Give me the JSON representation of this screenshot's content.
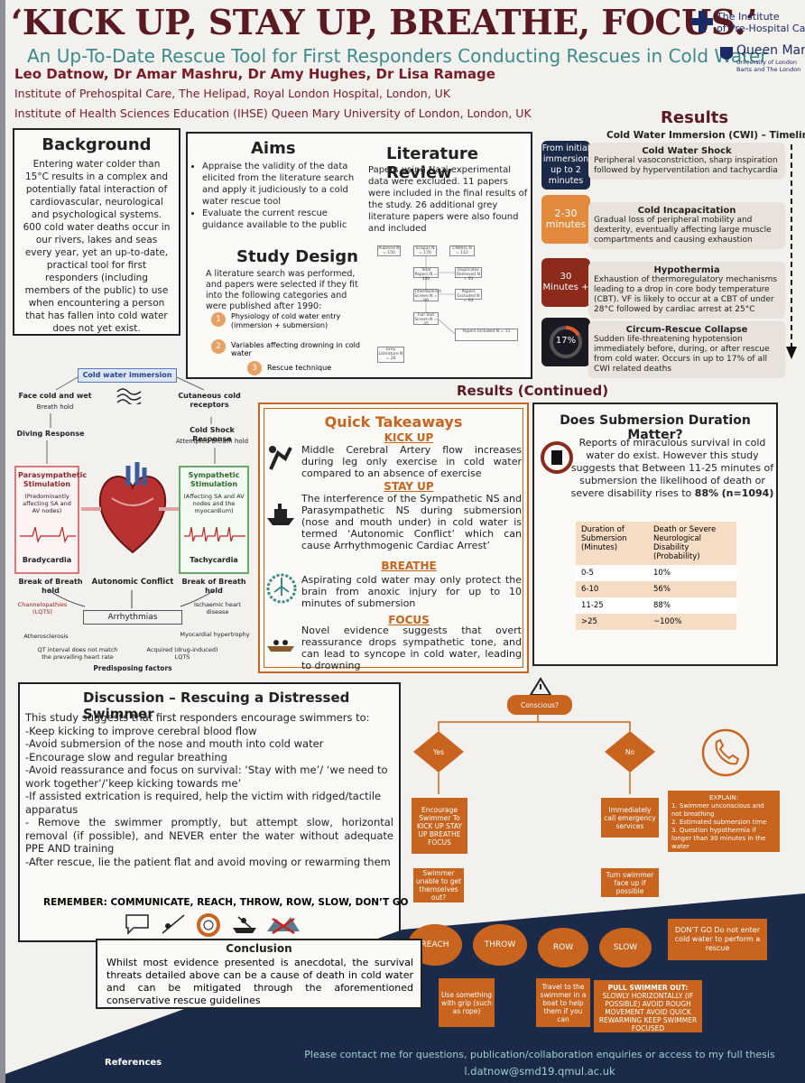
{
  "header": {
    "title": "‘KICK UP, STAY UP, BREATHE, FOCUS.’",
    "subtitle": "An Up-To-Date Rescue Tool for First Responders Conducting Rescues in Cold Water",
    "authors": "Leo Datnow, Dr Amar Mashru, Dr Amy Hughes, Dr Lisa Ramage",
    "institution1": "Institute of Prehospital Care, The Helipad, Royal London Hospital, London, UK",
    "institution2": "Institute of Health Sciences Education (IHSE) Queen Mary University of London, London, UK",
    "logo1_line1": "The Institute",
    "logo1_line2": "of Pre-Hospital Care",
    "logo2_line1": "Queen Mary",
    "logo2_line2": "University of London",
    "logo2_line3": "Barts and The London"
  },
  "background": {
    "heading": "Background",
    "text": "Entering water colder than 15°C results in a complex and potentially fatal interaction of cardiovascular, neurological and psychological systems. 600 cold water deaths occur in our rivers, lakes and seas every year, yet an up-to-date, practical tool for first responders (including members of the public) to use when encountering a person that has fallen into cold water does not yet exist."
  },
  "aims": {
    "heading": "Aims",
    "item1": "Appraise the validity of the data elicited from the literature search and apply it judiciously to a cold water rescue tool",
    "item2": "Evaluate the current rescue guidance available to the public"
  },
  "lit_review": {
    "heading": "Literature Review",
    "text": "Papers using Nazi experimental data were excluded. 11 papers were included in the final results of the study. 26 additional grey literature papers were also found and included"
  },
  "study_design": {
    "heading": "Study Design",
    "text": "A literature search was performed, and papers were selected if they fit into the following categories and were published after 1990:",
    "cat1_num": "1",
    "cat1": "Physiology of cold water entry (immersion + submersion)",
    "cat2_num": "2",
    "cat2": "Variables affecting drowning in cold water",
    "cat3_num": "3",
    "cat3": "Rescue technique"
  },
  "results": {
    "heading": "Results",
    "timeline_title": "Cold Water Immersion (CWI) – Timeline",
    "t1_badge": "From initial immersion up to 2 minutes",
    "t1_head": "Cold Water Shock",
    "t1_text": "Peripheral vasoconstriction, sharp inspiration followed by hyperventilation and tachycardia",
    "t2_badge": "2-30 minutes",
    "t2_head": "Cold Incapacitation",
    "t2_text": "Gradual loss of peripheral mobility and dexterity, eventually affecting large muscle compartments and causing exhaustion",
    "t3_badge": "30 Minutes +",
    "t3_head": "Hypothermia",
    "t3_text": "Exhaustion of thermoregulatory mechanisms leading to a drop in core body temperature (CBT). VF is likely to occur at a CBT of under 28°C followed by cardiac arrest at 25°C",
    "t4_badge": "17%",
    "t4_head": "Circum-Rescue Collapse",
    "t4_text": "Sudden life-threatening hypotension immediately before, during, or after rescue from cold water. Occurs in up to 17% of all CWI related deaths"
  },
  "results_continued": {
    "heading": "Results (Continued)"
  },
  "diagram": {
    "top": "Cold water immersion",
    "face": "Face cold and wet",
    "face_sub": "Breath hold",
    "cut": "Cutaneous cold receptors",
    "diving": "Diving Response",
    "shock": "Cold Shock Response",
    "shock_sub": "Attempted Breath hold",
    "para": "Parasympathetic Stimulation",
    "para_sub": "(Predominantly affecting SA and AV nodes)",
    "symp": "Sympathetic Stimulation",
    "symp_sub": "(Affecting SA and AV nodes and the myocardium)",
    "brady": "Bradycardia",
    "tachy": "Tachycardia",
    "break1": "Break of Breath hold",
    "break2": "Break of Breath hold",
    "conflict": "Autonomic Conflict",
    "arrhythmias": "Arrhythmias",
    "f1": "Channelopathies (LQTS)",
    "f2": "Ischaemic heart disease",
    "f3": "Atherosclerosis",
    "f4": "Myocardial hypertrophy",
    "f5": "QT interval does not match the prevailing heart rate",
    "f6": "Acquired (drug-induced) LQTS",
    "predisposing": "Predisposing factors"
  },
  "takeaways": {
    "heading": "Quick Takeaways",
    "k1": "KICK UP",
    "k1_text": "Middle Cerebral Artery flow increases during leg only exercise in cold water compared to an absence of exercise",
    "k2": "STAY UP",
    "k2_text": "The interference of the Sympathetic NS and Parasympathetic NS during submersion (nose and mouth under) in cold water is termed ‘Autonomic Conflict’ which can cause Arrhythmogenic Cardiac Arrest’",
    "k3": "BREATHE",
    "k3_text": "Aspirating cold water may only protect the brain from anoxic injury for up to 10 minutes of submersion",
    "k4": "FOCUS",
    "k4_text": "Novel evidence suggests that overt reassurance drops sympathetic tone, and can lead to syncope in cold water, leading to drowning"
  },
  "submersion": {
    "heading": "Does Submersion Duration Matter?",
    "text": "Reports of miraculous survival in cold water do exist. However this study suggests that Between 11-25 minutes of submersion the likelihood of death or severe disability rises to",
    "highlight": "88%",
    "n": "(n=1094)",
    "col1": "Duration of Submersion (Minutes)",
    "col2": "Death or Severe Neurological Disability (Probability)",
    "rows": [
      {
        "dur": "0-5",
        "prob": "10%"
      },
      {
        "dur": "6-10",
        "prob": "56%"
      },
      {
        "dur": "11-25",
        "prob": "88%"
      },
      {
        "dur": ">25",
        "prob": "~100%"
      }
    ]
  },
  "discussion": {
    "heading": "Discussion – Rescuing a Distressed Swimmer",
    "intro": "This study suggests that first responders encourage swimmers to:",
    "l1": "-Keep kicking to improve cerebral blood flow",
    "l2": "-Avoid submersion of the nose and mouth into cold water",
    "l3": "-Encourage slow and regular breathing",
    "l4": "-Avoid reassurance and focus on survival: ‘Stay with me’/ ‘we need to work together’/’keep kicking towards me’",
    "l5": "-If assisted extrication is required, help the victim with ridged/tactile apparatus",
    "l6": "- Remove the swimmer promptly, but attempt slow, horizontal removal (if possible), and NEVER enter the water without adequate PPE AND training",
    "l7": "-After rescue, lie the patient flat and avoid moving or rewarming them",
    "remember": "REMEMBER: COMMUNICATE, REACH, THROW, ROW, SLOW, DON’T GO"
  },
  "conclusion": {
    "heading": "Conclusion",
    "text": "Whilst most evidence presented is anecdotal, the survival threats detailed above can be a cause of death in cold water and can be mitigated through the aforementioned conservative rescue guidelines"
  },
  "flowchart": {
    "conscious": "Conscious?",
    "yes": "Yes",
    "no": "No",
    "encourage": "Encourage Swimmer To KICK UP STAY UP BREATHE FOCUS",
    "call": "Immediately call emergency services",
    "explain_head": "EXPLAIN:",
    "explain1": "1. Swimmer unconscious and not breathing",
    "explain2": "2. Estimated submersion time",
    "explain3": "3. Question hypothermia if longer than 30 minutes in the water",
    "unable": "Swimmer unable to get themselves out?",
    "turn": "Turn swimmer face up if possible",
    "reach": "REACH",
    "throw": "THROW",
    "row": "ROW",
    "slow": "SLOW",
    "dontgo": "DON’T GO Do not enter cold water to perform a rescue",
    "grip": "Use something with grip (such as rope)",
    "travel": "Travel to the swimmer in a boat to help them if you can",
    "pull_head": "PULL SWIMMER OUT:",
    "pull_text": "SLOWLY HORIZONTALLY (IF POSSIBLE) AVOID ROUGH MOVEMENT AVOID QUICK REWARMING KEEP SWIMMER FOCUSED"
  },
  "footer": {
    "references": "References",
    "contact": "Please contact me for questions, publication/collaboration enquiries or access to my full thesis",
    "email": "l.datnow@smd19.qmul.ac.uk"
  },
  "lit_flow": {
    "n1": "Pubmed N = 150",
    "n2": "Scopus N = 170",
    "n3": "CINAHL N = 112",
    "n4": "Total Papers N = 190",
    "n5": "Duplicates Removed N = 91",
    "n6": "Title/Abstract Screen N = 99",
    "n7": "Papers Excluded N = 64",
    "n8": "Full Text Screen N = 35",
    "n9": "Papers Included N = 11",
    "n10": "Grey Literature N = 26"
  },
  "colors": {
    "accent": "#c8641e",
    "maroon": "#7a1c26",
    "navy": "#1c2a4a",
    "teal": "#3c8a8a"
  }
}
